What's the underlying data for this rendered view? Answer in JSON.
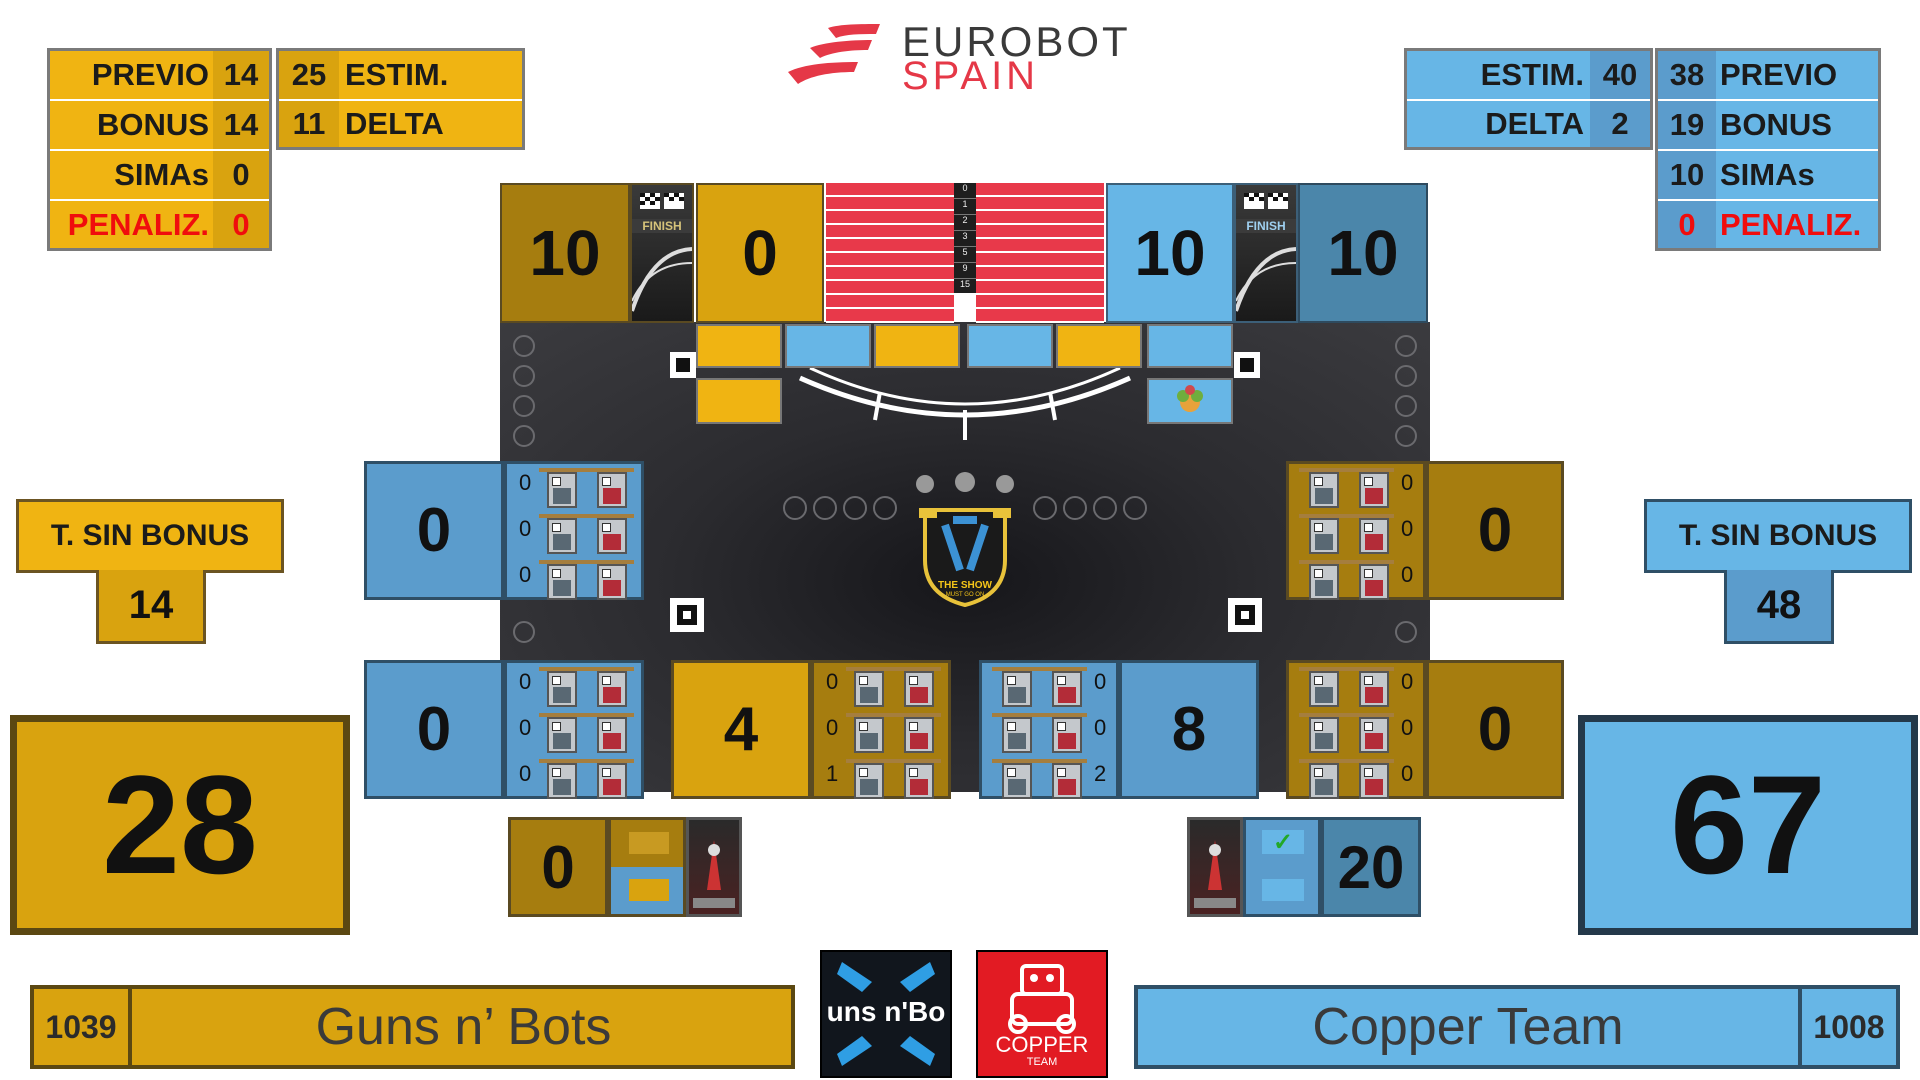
{
  "brand": {
    "line1": "EUROBOT",
    "line2": "SPAIN",
    "accent": "#e53847"
  },
  "colors": {
    "yellow": "#f0b412",
    "blue": "#67b6e6",
    "penalty": "#f00d0d"
  },
  "left_stats": {
    "previo_label": "PREVIO",
    "previo": "14",
    "bonus_label": "BONUS",
    "bonus": "14",
    "simas_label": "SIMAs",
    "simas": "0",
    "penal_label": "PENALIZ.",
    "penal": "0",
    "estim": "25",
    "estim_label": "ESTIM.",
    "delta": "11",
    "delta_label": "DELTA"
  },
  "right_stats": {
    "estim_label": "ESTIM.",
    "estim": "40",
    "delta_label": "DELTA",
    "delta": "2",
    "previo": "38",
    "previo_label": "PREVIO",
    "bonus": "19",
    "bonus_label": "BONUS",
    "simas": "10",
    "simas_label": "SIMAs",
    "penal": "0",
    "penal_label": "PENALIZ."
  },
  "field": {
    "top": {
      "yellow_outer": "10",
      "yellow_inner": "0",
      "blue_inner": "10",
      "blue_outer": "10",
      "finish_label": "FINISH"
    },
    "ladder": [
      "0",
      "1",
      "2",
      "3",
      "5",
      "9",
      "15"
    ],
    "zones": {
      "left_mid": "0",
      "left_low": "0",
      "right_mid": "0",
      "right_low": "0",
      "center_yellow": "4",
      "center_blue": "8",
      "left_mid_counts": [
        "0",
        "0",
        "0"
      ],
      "left_low_counts": [
        "0",
        "0",
        "0"
      ],
      "right_mid_counts": [
        "0",
        "0",
        "0"
      ],
      "right_low_counts": [
        "0",
        "0",
        "0"
      ],
      "center_yellow_counts": [
        "0",
        "0",
        "1"
      ],
      "center_blue_counts": [
        "0",
        "0",
        "2"
      ]
    },
    "center_logo": {
      "line1": "THE SHOW",
      "line2": "MUST GO ON"
    },
    "bottom_left": {
      "value": "0"
    },
    "bottom_right": {
      "value": "20",
      "check": "✓"
    }
  },
  "left_team": {
    "tsin_label": "T. SIN BONUS",
    "tsin_value": "14",
    "total": "28",
    "id": "1039",
    "name": "Guns n’ Bots",
    "logo_text": "uns n'Bo"
  },
  "right_team": {
    "tsin_label": "T. SIN BONUS",
    "tsin_value": "48",
    "total": "67",
    "id": "1008",
    "name": "Copper Team",
    "logo_text1": "COPPER",
    "logo_text2": "TEAM"
  }
}
